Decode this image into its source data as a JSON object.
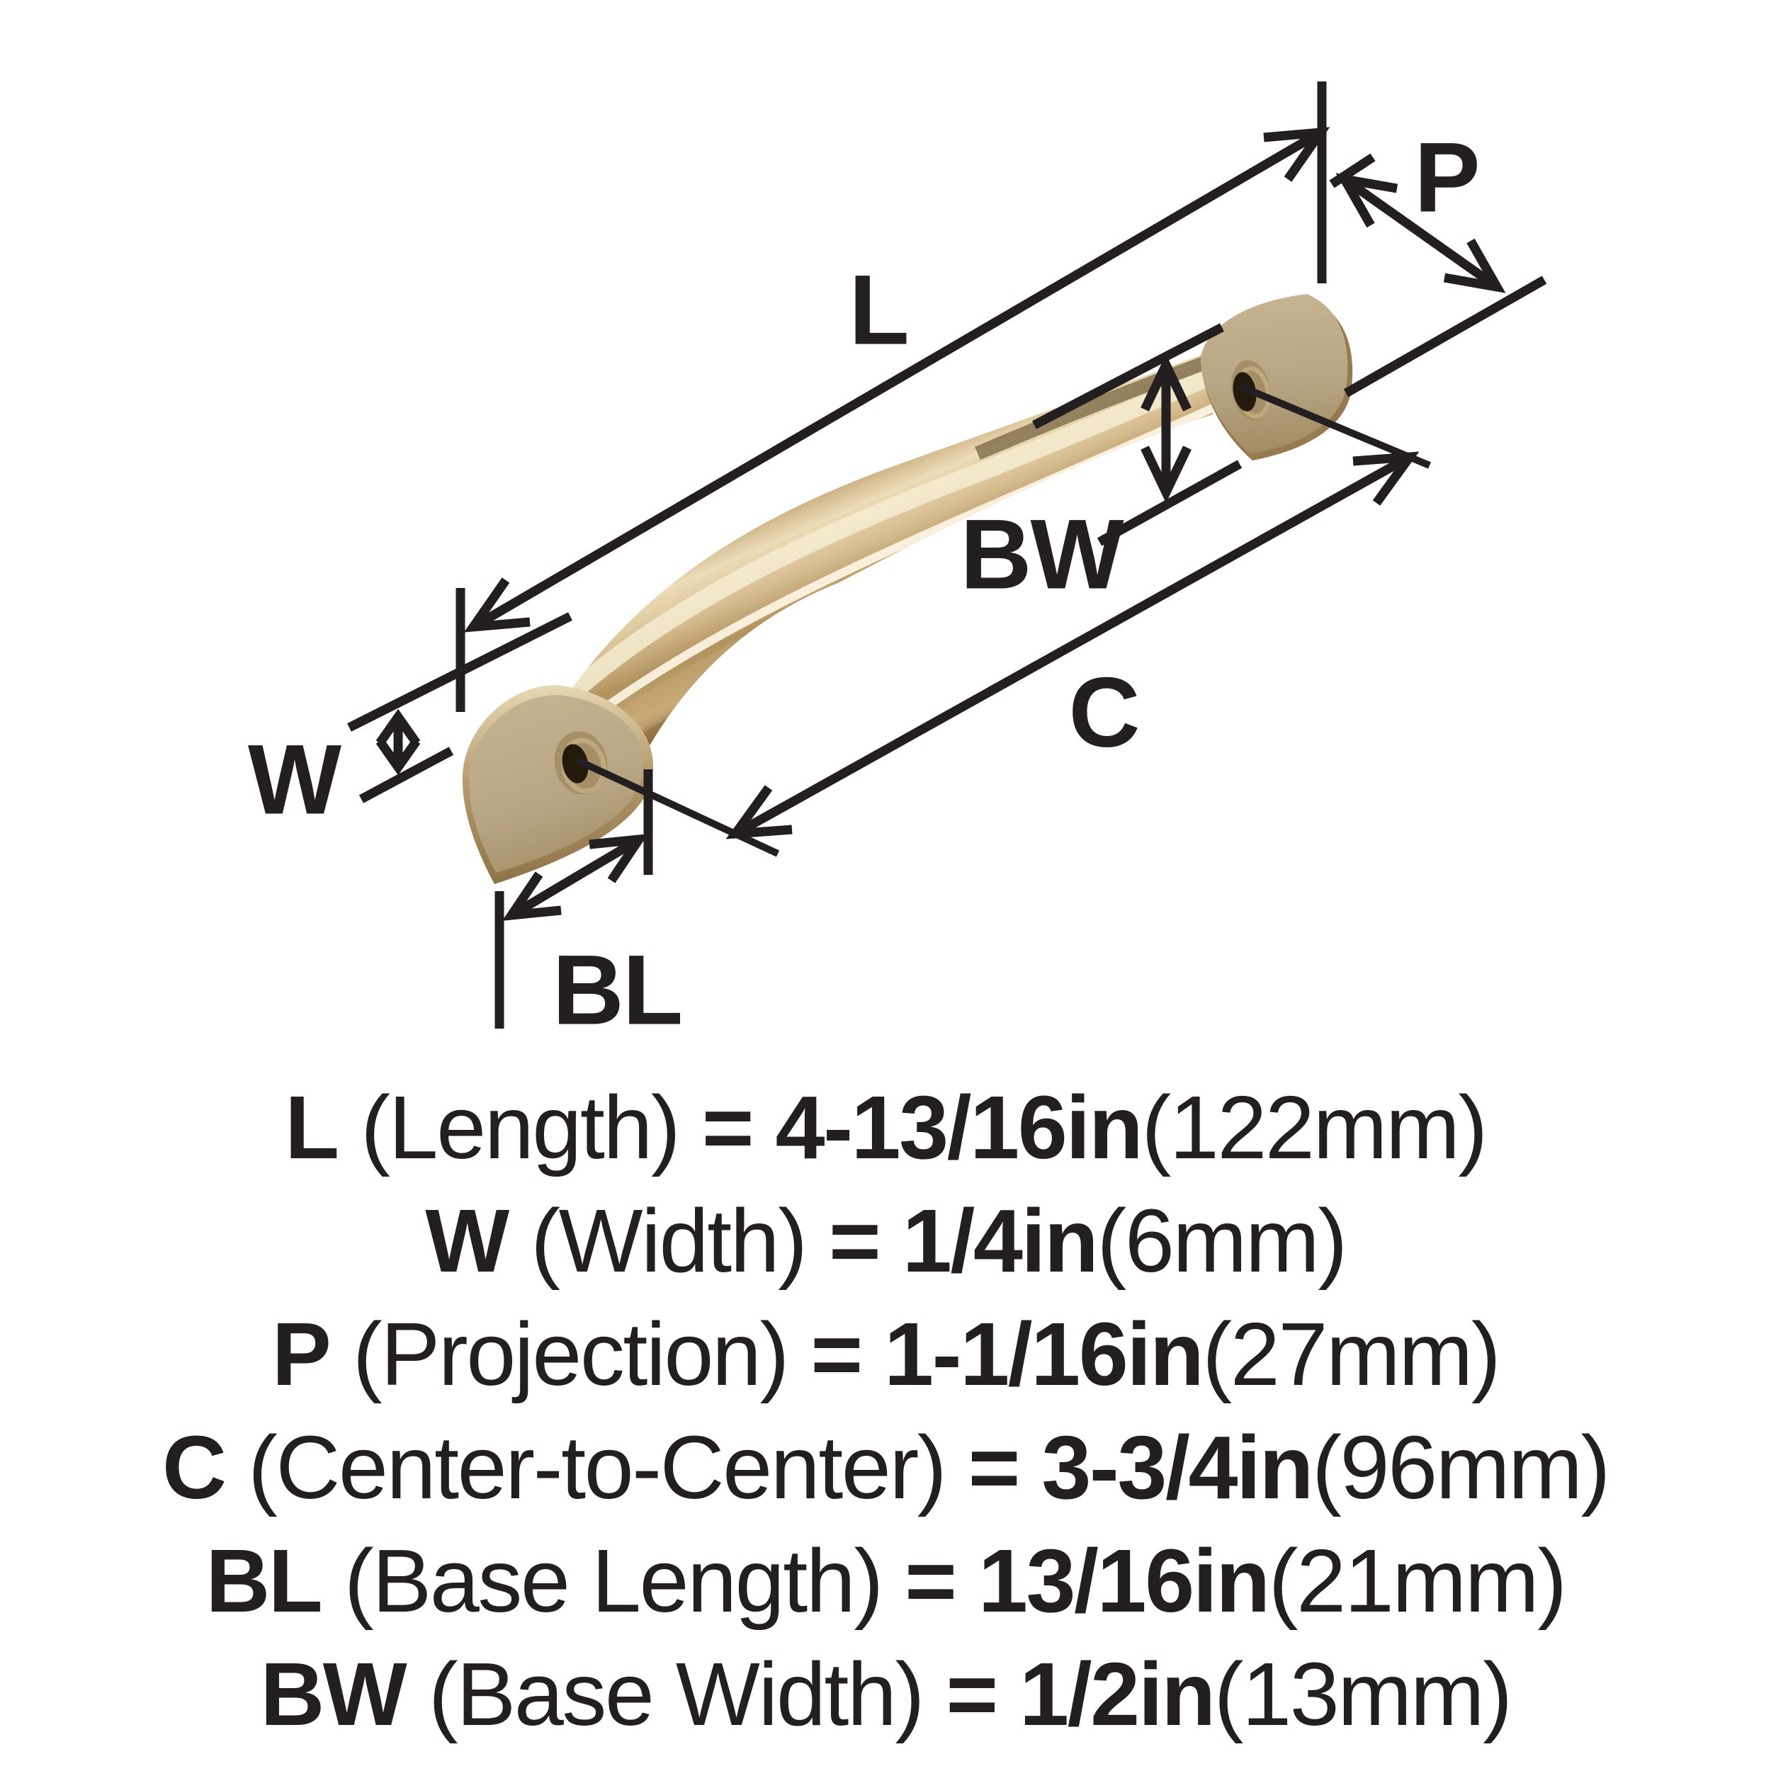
{
  "page": {
    "background": "#ffffff",
    "ink": "#231f20",
    "product": "curved cabinet pull handle",
    "finish": "champagne bronze"
  },
  "diagram": {
    "labels": {
      "length": "L",
      "projection": "P",
      "base_width": "BW",
      "center_to_center": "C",
      "width": "W",
      "base_length": "BL"
    },
    "colors": {
      "line_ink": "#231f20",
      "metal_light": "#eddcb8",
      "metal_mid": "#b2935f",
      "metal_dark": "#6b5330",
      "pad_face": "#b7a483",
      "hole_ring": "#a68e66",
      "hole_dark": "#241a0c"
    }
  },
  "specs": [
    {
      "code": "L",
      "name": " (Length) ",
      "value": "= 4-13/16in",
      "metric": "(122mm)"
    },
    {
      "code": "W",
      "name": " (Width) ",
      "value": "= 1/4in",
      "metric": "(6mm)"
    },
    {
      "code": "P",
      "name": " (Projection) ",
      "value": "= 1-1/16in",
      "metric": "(27mm)"
    },
    {
      "code": "C",
      "name": " (Center-to-Center) ",
      "value": "= 3-3/4in",
      "metric": "(96mm)"
    },
    {
      "code": "BL",
      "name": " (Base Length) ",
      "value": "= 13/16in",
      "metric": "(21mm)"
    },
    {
      "code": "BW",
      "name": " (Base Width) ",
      "value": "= 1/2in",
      "metric": "(13mm)"
    }
  ]
}
